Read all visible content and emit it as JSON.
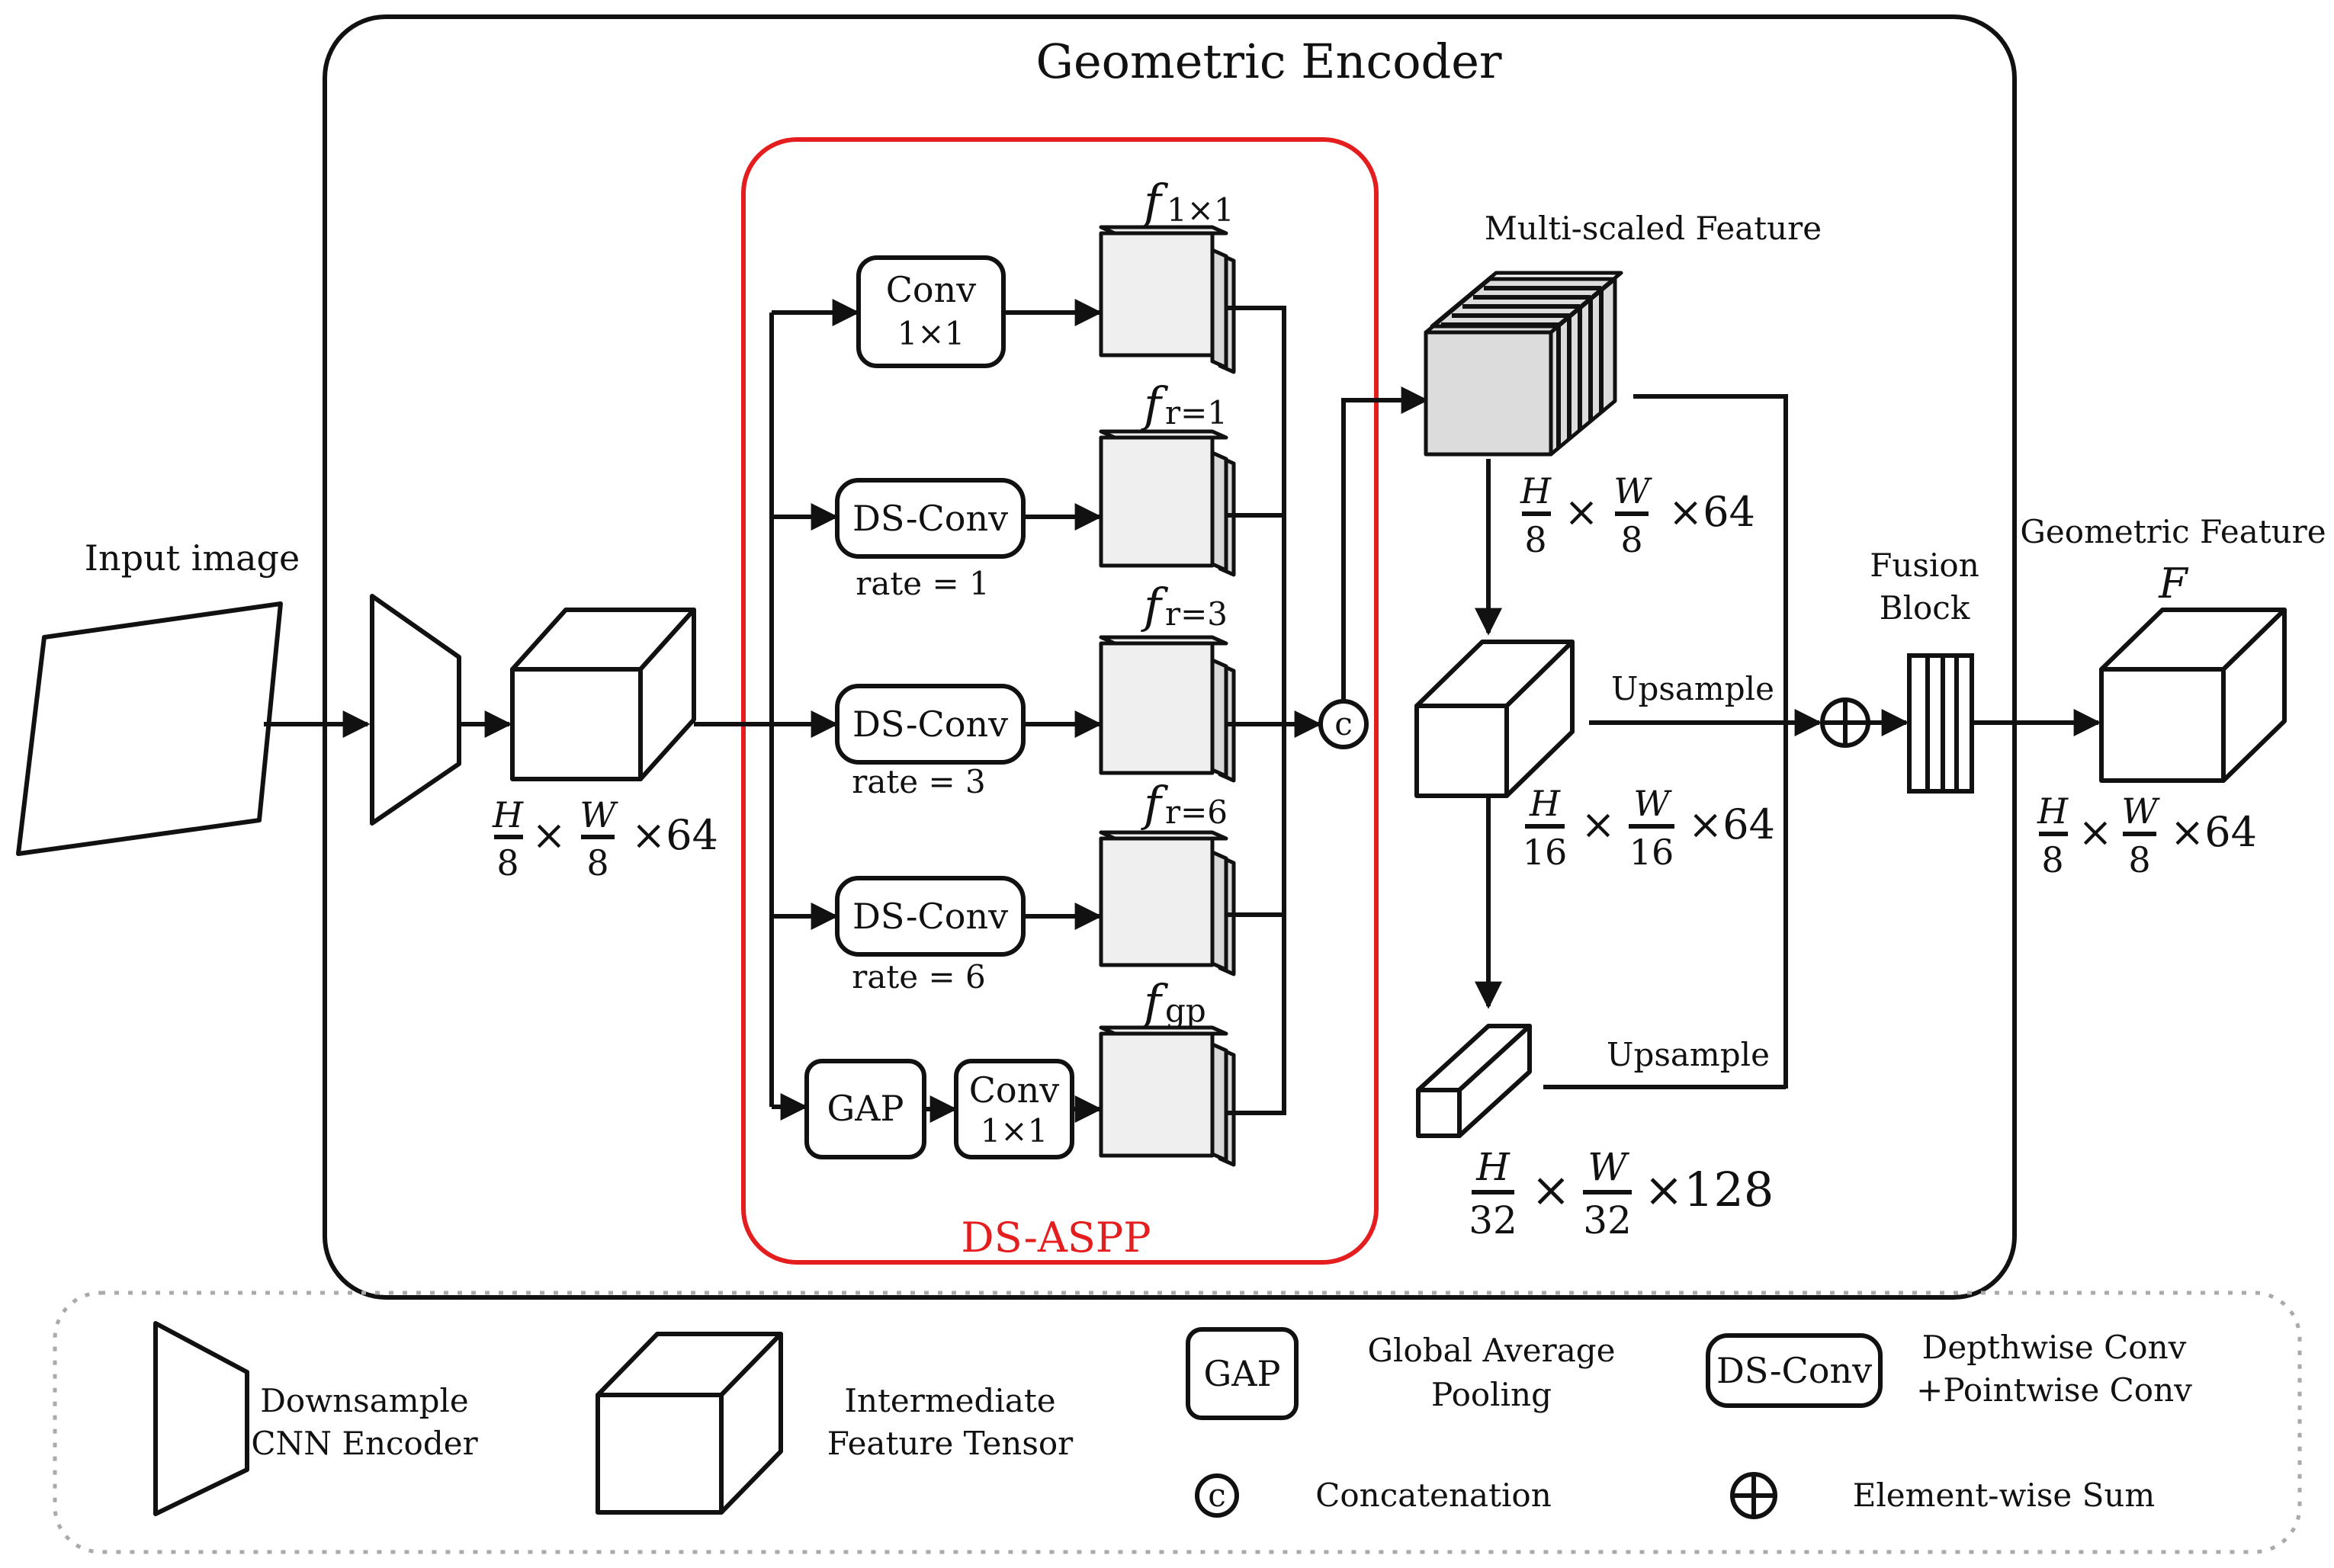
{
  "title": "Geometric Encoder",
  "input_label": "Input image",
  "encoder_dim": {
    "num1": "H",
    "den1": "8",
    "num2": "W",
    "den2": "8",
    "times": "×",
    "channels": "×64"
  },
  "aspp": {
    "title": "DS-ASPP",
    "branch1": {
      "op_line1": "Conv",
      "op_line2": "1×1",
      "feat_base": "f",
      "feat_sub": "1×1"
    },
    "branch2": {
      "op": "DS-Conv",
      "rate": "rate = 1",
      "feat_base": "f",
      "feat_sub": "r=1"
    },
    "branch3": {
      "op": "DS-Conv",
      "rate": "rate = 3",
      "feat_base": "f",
      "feat_sub": "r=3"
    },
    "branch4": {
      "op": "DS-Conv",
      "rate": "rate = 6",
      "feat_base": "f",
      "feat_sub": "r=6"
    },
    "branch5": {
      "gap": "GAP",
      "op_line1": "Conv",
      "op_line2": "1×1",
      "feat_base": "f",
      "feat_sub": "gp"
    },
    "concat": "c"
  },
  "multi_scaled": {
    "label": "Multi-scaled Feature",
    "dim": {
      "num1": "H",
      "den1": "8",
      "num2": "W",
      "den2": "8",
      "times": "×",
      "channels": "×64"
    }
  },
  "scale16": {
    "upsample": "Upsample",
    "dim": {
      "num1": "H",
      "den1": "16",
      "num2": "W",
      "den2": "16",
      "times": "×",
      "channels": "×64"
    }
  },
  "scale32": {
    "upsample": "Upsample",
    "dim": {
      "num1": "H",
      "den1": "32",
      "num2": "W",
      "den2": "32",
      "times": "×",
      "channels": "×128"
    }
  },
  "fusion": {
    "line1": "Fusion",
    "line2": "Block"
  },
  "output": {
    "label": "Geometric Feature",
    "symbol": "F",
    "dim": {
      "num1": "H",
      "den1": "8",
      "num2": "W",
      "den2": "8",
      "times": "×",
      "channels": "×64"
    }
  },
  "legend": {
    "downsample_line1": "Downsample",
    "downsample_line2": "CNN Encoder",
    "tensor_line1": "Intermediate",
    "tensor_line2": "Feature Tensor",
    "gap_box": "GAP",
    "gap_line1": "Global Average",
    "gap_line2": "Pooling",
    "dsconv_box": "DS-Conv",
    "dsconv_line1": "Depthwise Conv",
    "dsconv_line2": "+Pointwise Conv",
    "concat_symbol": "c",
    "concat_label": "Concatenation",
    "sum_label": "Element-wise Sum"
  }
}
